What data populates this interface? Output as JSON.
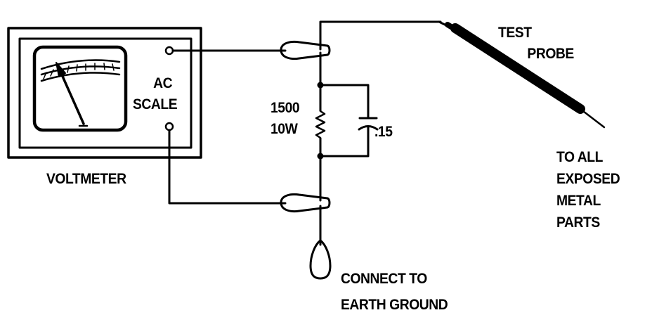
{
  "labels": {
    "voltmeter": "VOLTMETER",
    "ac_scale": [
      "AC",
      "SCALE"
    ],
    "resistor": [
      "1500",
      "10W"
    ],
    "capacitor": ".15",
    "test_probe": [
      "TEST",
      "PROBE"
    ],
    "exposed_metal": [
      "TO ALL",
      "EXPOSED",
      "METAL",
      "PARTS"
    ],
    "earth_ground": [
      "CONNECT TO",
      "EARTH GROUND"
    ]
  },
  "colors": {
    "ink": "#000000",
    "paper": "#ffffff"
  }
}
